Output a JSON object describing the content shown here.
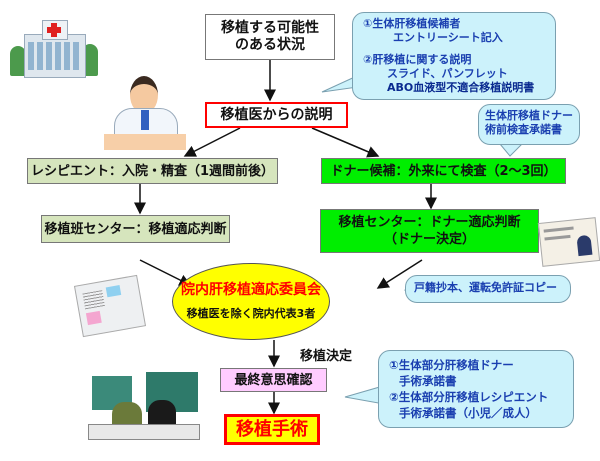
{
  "start_box": {
    "lines": [
      "移植する可能性",
      "のある状況"
    ]
  },
  "callout_top": {
    "lines": [
      "①生体肝移植候補者",
      "エントリーシート記入",
      "②肝移植に関する説明",
      "スライド、パンフレット",
      "ABO血液型不適合移植説明書"
    ]
  },
  "explanation_box": {
    "label": "移植医からの説明"
  },
  "callout_donor": {
    "lines": [
      "生体肝移植ドナー",
      "術前検査承諾書"
    ]
  },
  "recipient_box": {
    "label": "レシピエント：入院・精査（1週間前後）"
  },
  "donor_box": {
    "label": "ドナー候補：外来にて検査（2～3回）"
  },
  "recipient_center_box": {
    "label": "移植班センター：移植適応判断"
  },
  "donor_center_box": {
    "lines": [
      "移植センター：ドナー適応判断",
      "（ドナー決定）"
    ]
  },
  "committee": {
    "title": "院内肝移植適応委員会",
    "subtitle": "移植医を除く院内代表3者"
  },
  "callout_docs": {
    "label": "戸籍抄本、運転免許証コピー"
  },
  "decision_label": "移植決定",
  "final_box": {
    "label": "最終意思確認"
  },
  "surgery_box": {
    "label": "移植手術"
  },
  "callout_consent": {
    "lines": [
      "①生体部分肝移植ドナー",
      "手術承諾書",
      "②生体部分肝移植レシピエント",
      "手術承諾書（小児／成人）"
    ]
  },
  "colors": {
    "red": "#ff0000",
    "light_green": "#d6e5bd",
    "bright_green": "#00ee00",
    "yellow": "#ffff00",
    "pink": "#ffccff",
    "callout": "#ccf2fb"
  }
}
